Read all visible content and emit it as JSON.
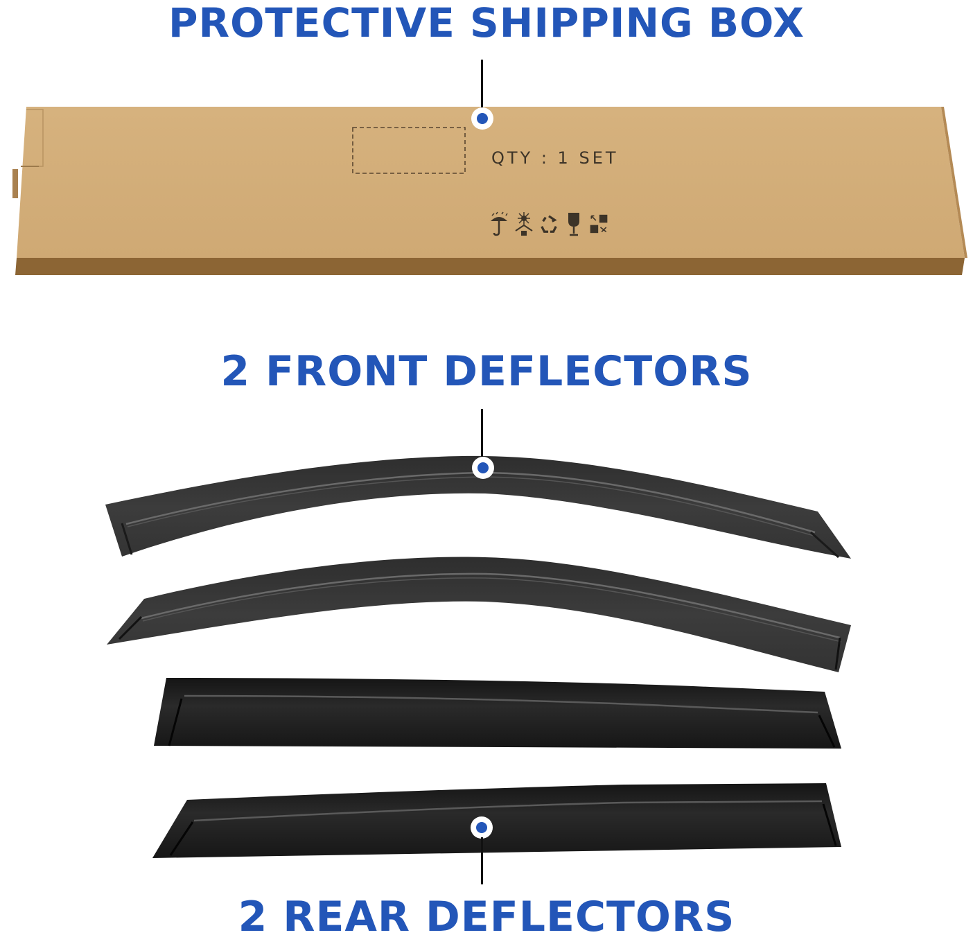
{
  "headings": {
    "box": "PROTECTIVE SHIPPING BOX",
    "front": "2 FRONT DEFLECTORS",
    "rear": "2 REAR DEFLECTORS"
  },
  "box": {
    "label": "QTY : 1 SET",
    "symbols": [
      "keep-dry-icon",
      "keep-away-from-sun-icon",
      "recyclable-icon",
      "fragile-icon",
      "do-not-stack-icon"
    ]
  },
  "colors": {
    "accent_blue": "#2356b8",
    "box_top": "#d2ad78",
    "box_side": "#8c6534",
    "deflector_front": "#3a3a3a",
    "deflector_rear": "#1c1c1c"
  }
}
